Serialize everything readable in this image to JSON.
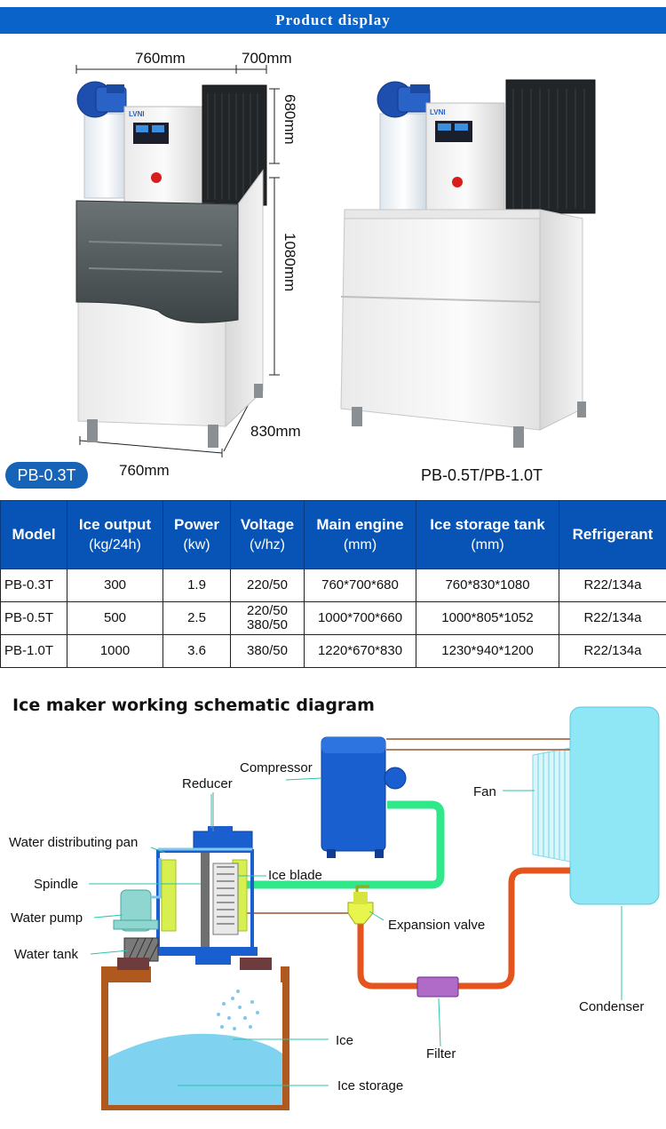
{
  "banner": {
    "title": "Product display"
  },
  "dimensions": {
    "top_width": "760mm",
    "top_depth": "700mm",
    "upper_height": "680mm",
    "lower_height": "1080mm",
    "base_depth": "830mm",
    "base_width": "760mm"
  },
  "models": {
    "left_badge": "PB-0.3T",
    "right_caption": "PB-0.5T/PB-1.0T"
  },
  "machine": {
    "brand": "LVNI"
  },
  "spec_table": {
    "headers": [
      {
        "title": "Model",
        "unit": ""
      },
      {
        "title": "Ice output",
        "unit": "(kg/24h)"
      },
      {
        "title": "Power",
        "unit": "(kw)"
      },
      {
        "title": "Voltage",
        "unit": "(v/hz)"
      },
      {
        "title": "Main engine",
        "unit": "(mm)"
      },
      {
        "title": "Ice storage tank",
        "unit": "(mm)"
      },
      {
        "title": "Refrigerant",
        "unit": ""
      }
    ],
    "rows": [
      [
        "PB-0.3T",
        "300",
        "1.9",
        "220/50",
        "760*700*680",
        "760*830*1080",
        "R22/134a"
      ],
      [
        "PB-0.5T",
        "500",
        "2.5",
        "220/50\n380/50",
        "1000*700*660",
        "1000*805*1052",
        "R22/134a"
      ],
      [
        "PB-1.0T",
        "1000",
        "3.6",
        "380/50",
        "1220*670*830",
        "1230*940*1200",
        "R22/134a"
      ]
    ]
  },
  "schematic": {
    "title": "Ice maker working schematic diagram",
    "labels": {
      "compressor": "Compressor",
      "reducer": "Reducer",
      "water_distributing_pan": "Water distributing pan",
      "spindle": "Spindle",
      "water_pump": "Water pump",
      "water_tank": "Water tank",
      "ice_blade": "Ice blade",
      "expansion_valve": "Expansion valve",
      "fan": "Fan",
      "condenser": "Condenser",
      "filter": "Filter",
      "ice": "Ice",
      "ice_storage": "Ice storage"
    }
  },
  "colors": {
    "banner": "#0a63c9",
    "table_header": "#0754b6",
    "badge": "#1763b8",
    "compressor_blue": "#1a5fd0",
    "condenser_cyan": "#8fe6f5",
    "pipe_green": "#2ee88a",
    "pipe_orange": "#e5541d",
    "tank_brown": "#b0591e",
    "water_blue": "#7fd2f0"
  }
}
